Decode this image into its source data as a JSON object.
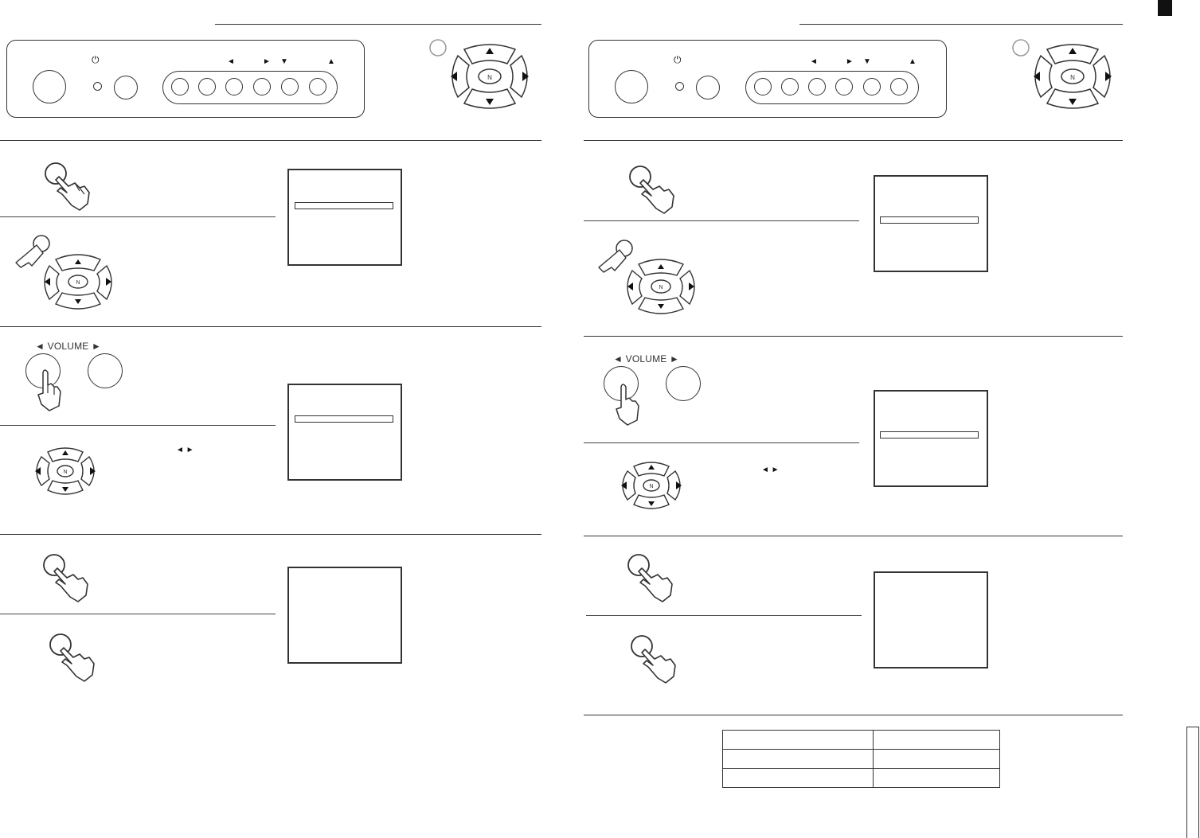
{
  "pages": [
    {
      "id": "left",
      "front_panel": {
        "power_icon": "power-icon",
        "arrow_labels": [
          "◄",
          "►",
          "▼",
          "▲"
        ]
      },
      "remote_nav": {
        "center_label": "N"
      },
      "steps": [
        {
          "icon": "hand-press-button-icon"
        },
        {
          "icon": "hand-press-remote-icon",
          "center_label": "N"
        },
        {
          "icon": "volume-buttons-icon",
          "volume_label": "◄  VOLUME  ►"
        },
        {
          "icon": "remote-nav-icon",
          "center_label": "N",
          "arrow_hint": "◄ ►"
        },
        {
          "icon": "hand-press-button-icon"
        },
        {
          "icon": "hand-press-button-icon"
        }
      ]
    },
    {
      "id": "right",
      "front_panel": {
        "power_icon": "power-icon",
        "arrow_labels": [
          "◄",
          "►",
          "▼",
          "▲"
        ]
      },
      "remote_nav": {
        "center_label": "N"
      },
      "steps": [
        {
          "icon": "hand-press-button-icon"
        },
        {
          "icon": "hand-press-remote-icon",
          "center_label": "N"
        },
        {
          "icon": "volume-buttons-icon",
          "volume_label": "◄  VOLUME  ►"
        },
        {
          "icon": "remote-nav-icon",
          "center_label": "N",
          "arrow_hint": "◄ ►"
        },
        {
          "icon": "hand-press-button-icon"
        },
        {
          "icon": "hand-press-button-icon"
        }
      ]
    }
  ],
  "colors": {
    "ink": "#333333",
    "paper": "#ffffff",
    "corner_mark": "#111111"
  }
}
